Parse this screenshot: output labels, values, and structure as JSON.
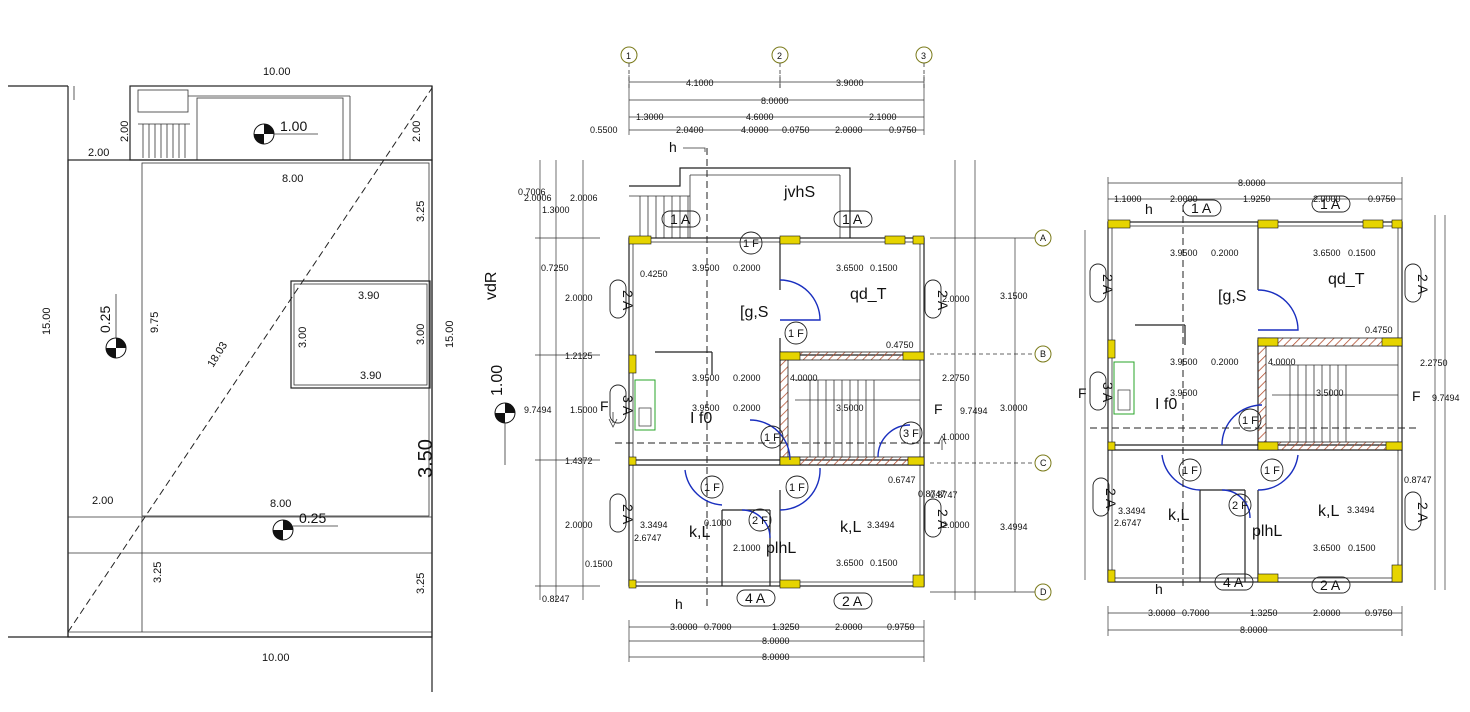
{
  "site_plan": {
    "top_width": "10.00",
    "bottom_width": "10.00",
    "left_height": "15.00",
    "right_height": "15.00",
    "stair_depth": "2.00",
    "stair_depth_right": "2.00",
    "left_strip": "2.00",
    "left_strip_lower": "2.00",
    "inner_width_top": "8.00",
    "inner_width_bottom": "8.00",
    "inner_height": "9.75",
    "right_top": "3.25",
    "right_bottom": "3.25",
    "left_bottom": "3.25",
    "diagonal": "18.03",
    "box_width_top": "3.90",
    "box_width_bottom": "3.90",
    "box_height_left": "3.00",
    "box_height_right": "3.00",
    "big_label": "3.50",
    "level_top": "1.00",
    "level_mid": "0.25",
    "level_bottom": "0.25"
  },
  "ground_floor": {
    "grid_cols": [
      "1",
      "2",
      "3"
    ],
    "grid_rows": [
      "A",
      "B",
      "C",
      "D"
    ],
    "top_dims_row1": [
      "4.1000",
      "3.9000"
    ],
    "top_dim_total": "8.0000",
    "top_dims_row2": [
      "1.3000",
      "4.6000",
      "2.1000"
    ],
    "top_dims_row3": [
      "0.5500",
      "2.0400",
      "4.0000",
      "0.0750",
      "2.0000",
      "0.9750"
    ],
    "bottom_dims_row1": [
      "3.0000",
      "0.7000",
      "1.3250",
      "2.0000",
      "0.9750"
    ],
    "bottom_dim_total_1": "8.0000",
    "bottom_dim_total_2": "8.0000",
    "left_dims": [
      "2.0006",
      "0.7006",
      "1.3000",
      "0.7250",
      "2.0000",
      "1.2125",
      "1.5000",
      "1.4372",
      "2.0000",
      "0.1500",
      "0.8247"
    ],
    "left_total": "9.7494",
    "right_dims": [
      "3.1500",
      "3.0000",
      "3.4994",
      "2.0000",
      "2.0000",
      "2.2750",
      "0.8747",
      "1.0000"
    ],
    "right_total": "9.7494",
    "room_labels": [
      "jvhS",
      "[g,S",
      "qd_T",
      "I f0",
      "k,L",
      "k,L",
      "plhL",
      "vdR"
    ],
    "interior_dims": [
      "3.9500",
      "0.2000",
      "3.6500",
      "0.1500",
      "4.0000",
      "3.5000",
      "2.1000",
      "0.1000",
      "3.3494",
      "2.6747",
      "0.4750",
      "0.4250",
      "0.8747",
      "0.6747"
    ],
    "tags": [
      "1 A",
      "1 A",
      "2 A",
      "2 A",
      "2 A",
      "2 A",
      "3 A",
      "4 A",
      "2 A",
      "1 F",
      "1 F",
      "1 F",
      "1 F",
      "1 F",
      "2 F",
      "3 F"
    ],
    "cut_marks": [
      "h",
      "h",
      "F",
      "F"
    ],
    "level": "1.00"
  },
  "first_floor": {
    "top_dim_total": "8.0000",
    "top_dims": [
      "1.1000",
      "2.0000",
      "1.9250",
      "2.0000",
      "0.9750"
    ],
    "bottom_dims_row1": [
      "3.0000",
      "0.7000",
      "1.3250",
      "2.0000",
      "0.9750"
    ],
    "bottom_dim_total": "8.0000",
    "right_total": "9.7494",
    "room_labels": [
      "[g,S",
      "qd_T",
      "I f0",
      "k,L",
      "k,L",
      "plhL"
    ],
    "interior_dims": [
      "3.9500",
      "0.2000",
      "3.6500",
      "0.1500",
      "4.0000",
      "3.5000",
      "2.2750",
      "0.4750",
      "0.8747",
      "3.3494",
      "2.6747"
    ],
    "tags": [
      "1 A",
      "1 A",
      "2 A",
      "2 A",
      "2 A",
      "2 A",
      "3 A",
      "4 A",
      "2 A",
      "1 F",
      "1 F",
      "1 F",
      "2 F"
    ],
    "cut_marks": [
      "h",
      "h",
      "F",
      "F"
    ]
  },
  "colors": {
    "ink": "#222222",
    "door_swing": "#1a2fbf",
    "column_fill": "#e6d400",
    "grid_bubble": "#7a7a1a",
    "hatch": "#b04a2a"
  }
}
